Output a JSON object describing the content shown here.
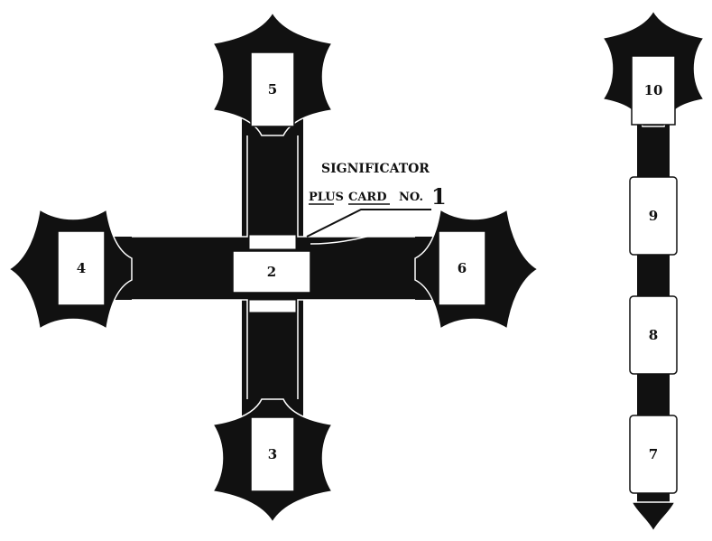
{
  "cross": {
    "cards": {
      "card_2": "2",
      "card_3": "3",
      "card_4": "4",
      "card_5": "5",
      "card_6": "6"
    },
    "annotation": {
      "line1": "SIGNIFICATOR",
      "line2_a": "PLUS",
      "line2_b": "CARD",
      "line2_c": "NO.",
      "line2_d": "1"
    }
  },
  "staff": {
    "cards": {
      "card_7": "7",
      "card_8": "8",
      "card_9": "9",
      "card_10": "10"
    }
  },
  "colors": {
    "ink": "#111111",
    "paper": "#ffffff"
  }
}
